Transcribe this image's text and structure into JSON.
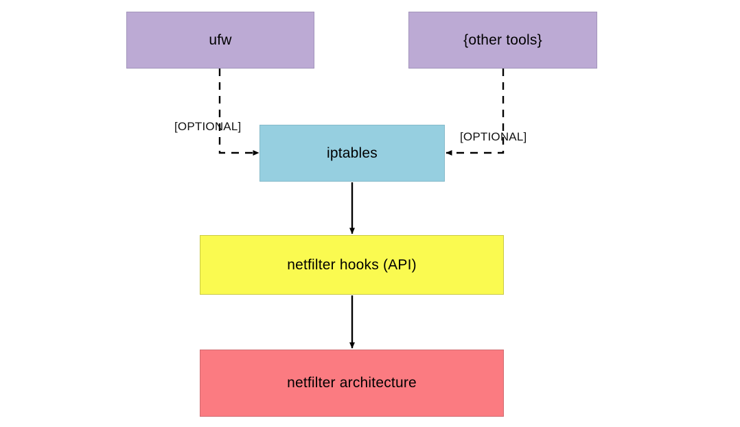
{
  "diagram": {
    "title": "netfilter / iptables architecture stack",
    "background_color": "#ffffff",
    "nodes": {
      "ufw": {
        "label": "ufw",
        "color": "#bcaad4"
      },
      "other_tools": {
        "label": "{other tools}",
        "color": "#bcaad4"
      },
      "iptables": {
        "label": "iptables",
        "color": "#96cfe0"
      },
      "hooks": {
        "label": "netfilter hooks (API)",
        "color": "#fafa50"
      },
      "architecture": {
        "label": "netfilter architecture",
        "color": "#fb7b81"
      }
    },
    "edges": {
      "ufw_to_iptables": {
        "label": "[OPTIONAL]",
        "style": "dashed",
        "arrow": "end"
      },
      "other_tools_to_iptables": {
        "label": "[OPTIONAL]",
        "style": "dashed",
        "arrow": "end"
      },
      "iptables_to_hooks": {
        "label": "",
        "style": "solid",
        "arrow": "end"
      },
      "hooks_to_architecture": {
        "label": "",
        "style": "solid",
        "arrow": "end"
      }
    }
  }
}
